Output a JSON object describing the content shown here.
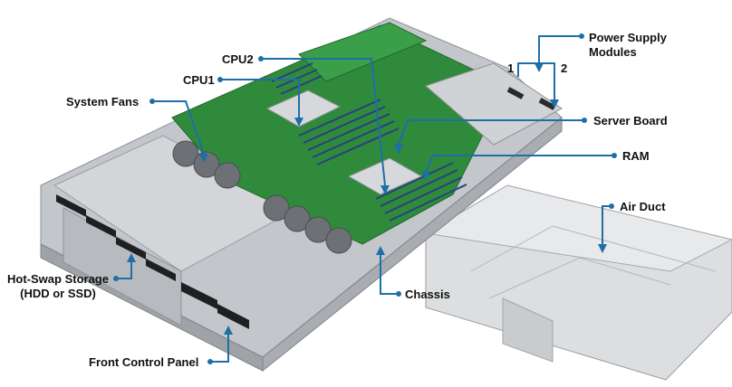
{
  "labels": {
    "power_supply_line1": "Power Supply",
    "power_supply_line2": "Modules",
    "psu_1": "1",
    "psu_2": "2",
    "cpu2": "CPU2",
    "cpu1": "CPU1",
    "system_fans": "System Fans",
    "server_board": "Server Board",
    "ram": "RAM",
    "air_duct": "Air Duct",
    "hot_swap_line1": "Hot-Swap Storage",
    "hot_swap_line2": "(HDD or SSD)",
    "chassis": "Chassis",
    "front_control_panel": "Front Control Panel"
  },
  "colors": {
    "leader_line": "#1d6fa8",
    "chassis_metal": "#b9bcc0",
    "board_green": "#2f8a3c",
    "ram_blue": "#3e5aa8",
    "text": "#111111"
  }
}
